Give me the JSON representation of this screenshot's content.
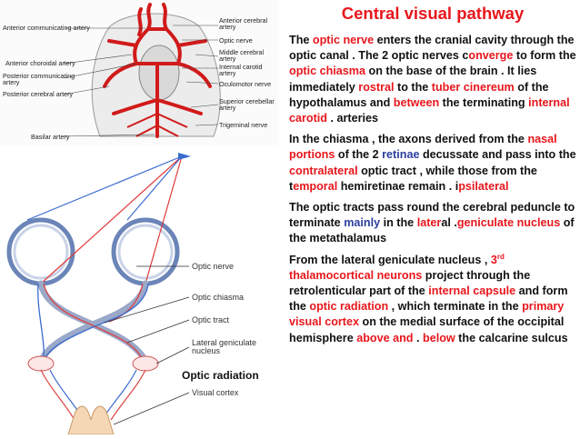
{
  "title": "Central visual pathway",
  "top_labels": {
    "anterior_communicating": "Anterior communicating artery",
    "anterior_choroidal": "Anterior choroidal artery",
    "posterior_communicating": "Posterior communicating artery",
    "posterior_cerebral": "Posterior cerebral artery",
    "basilar": "Basilar artery",
    "anterior_cerebral": "Anterior cerebral artery",
    "optic_nerve": "Optic nerve",
    "middle_cerebral": "Middle cerebral artery",
    "internal_carotid": "Internal carotid artery",
    "oculomotor": "Oculomotor nerve",
    "superior_cerebellar": "Superior cerebellar artery",
    "trigeminal": "Trigeminal nerve"
  },
  "bottom_labels": {
    "optic_nerve": "Optic nerve",
    "optic_chiasma": "Optic chiasma",
    "optic_tract": "Optic tract",
    "lgn_1": "Lateral geniculate",
    "lgn_2": "nucleus",
    "visual_cortex": "Visual cortex",
    "optic_radiation": "Optic radiation"
  },
  "paragraphs": {
    "p1": [
      {
        "t": "The ",
        "c": ""
      },
      {
        "t": "optic nerve",
        "c": "red"
      },
      {
        "t": " enters the cranial cavity through the optic canal . The 2 optic nerves c",
        "c": ""
      },
      {
        "t": "onverge",
        "c": "red"
      },
      {
        "t": " to form the ",
        "c": ""
      },
      {
        "t": "optic chiasma",
        "c": "red"
      },
      {
        "t": " on the base of the brain . It lies immediately ",
        "c": ""
      },
      {
        "t": "rostral",
        "c": "red"
      },
      {
        "t": " to the ",
        "c": ""
      },
      {
        "t": "tuber cinereum",
        "c": "red"
      },
      {
        "t": " of the hypothalamus and ",
        "c": ""
      },
      {
        "t": "between",
        "c": "red"
      },
      {
        "t": " the terminating ",
        "c": ""
      },
      {
        "t": "internal carotid",
        "c": "red"
      },
      {
        "t": " . arteries",
        "c": ""
      }
    ],
    "p2": [
      {
        "t": "In the chiasma , the axons derived from the ",
        "c": ""
      },
      {
        "t": "nasal portions",
        "c": "red"
      },
      {
        "t": " of the 2 ",
        "c": ""
      },
      {
        "t": "retinae",
        "c": "blue"
      },
      {
        "t": " decussate and pass into the ",
        "c": ""
      },
      {
        "t": "contralateral",
        "c": "red"
      },
      {
        "t": " optic tract , while those from the t",
        "c": ""
      },
      {
        "t": "emporal",
        "c": "red"
      },
      {
        "t": " hemiretinae remain . i",
        "c": ""
      },
      {
        "t": "psilateral",
        "c": "red"
      }
    ],
    "p3": [
      {
        "t": "The optic tracts pass round the cerebral peduncle to terminate ",
        "c": ""
      },
      {
        "t": "mainly",
        "c": "blue"
      },
      {
        "t": " in the ",
        "c": ""
      },
      {
        "t": "later",
        "c": "red"
      },
      {
        "t": "al .",
        "c": ""
      },
      {
        "t": "geniculate nucleus",
        "c": "red"
      },
      {
        "t": " of the metathalamus",
        "c": ""
      }
    ],
    "p4": [
      {
        "t": "From the lateral geniculate nucleus , ",
        "c": ""
      },
      {
        "t": "3",
        "c": "red"
      },
      {
        "t": "rd",
        "c": "red sup"
      },
      {
        "t": " ",
        "c": ""
      },
      {
        "t": "thalamocortical neurons",
        "c": "red"
      },
      {
        "t": " project through the retrolenticular part of the ",
        "c": ""
      },
      {
        "t": "internal capsule",
        "c": "red"
      },
      {
        "t": " and form the ",
        "c": ""
      },
      {
        "t": "optic radiation",
        "c": "red"
      },
      {
        "t": " , which terminate in the ",
        "c": ""
      },
      {
        "t": "primary visual cortex",
        "c": "red"
      },
      {
        "t": " on the medial surface of the occipital hemisphere ",
        "c": ""
      },
      {
        "t": "above and",
        "c": "red"
      },
      {
        "t": " . ",
        "c": ""
      },
      {
        "t": "below",
        "c": "red"
      },
      {
        "t": " the calcarine sulcus",
        "c": ""
      }
    ]
  },
  "colors": {
    "accent_red": "#e8161c",
    "accent_blue": "#2b3f9e",
    "artery_red": "#d11a1a"
  }
}
